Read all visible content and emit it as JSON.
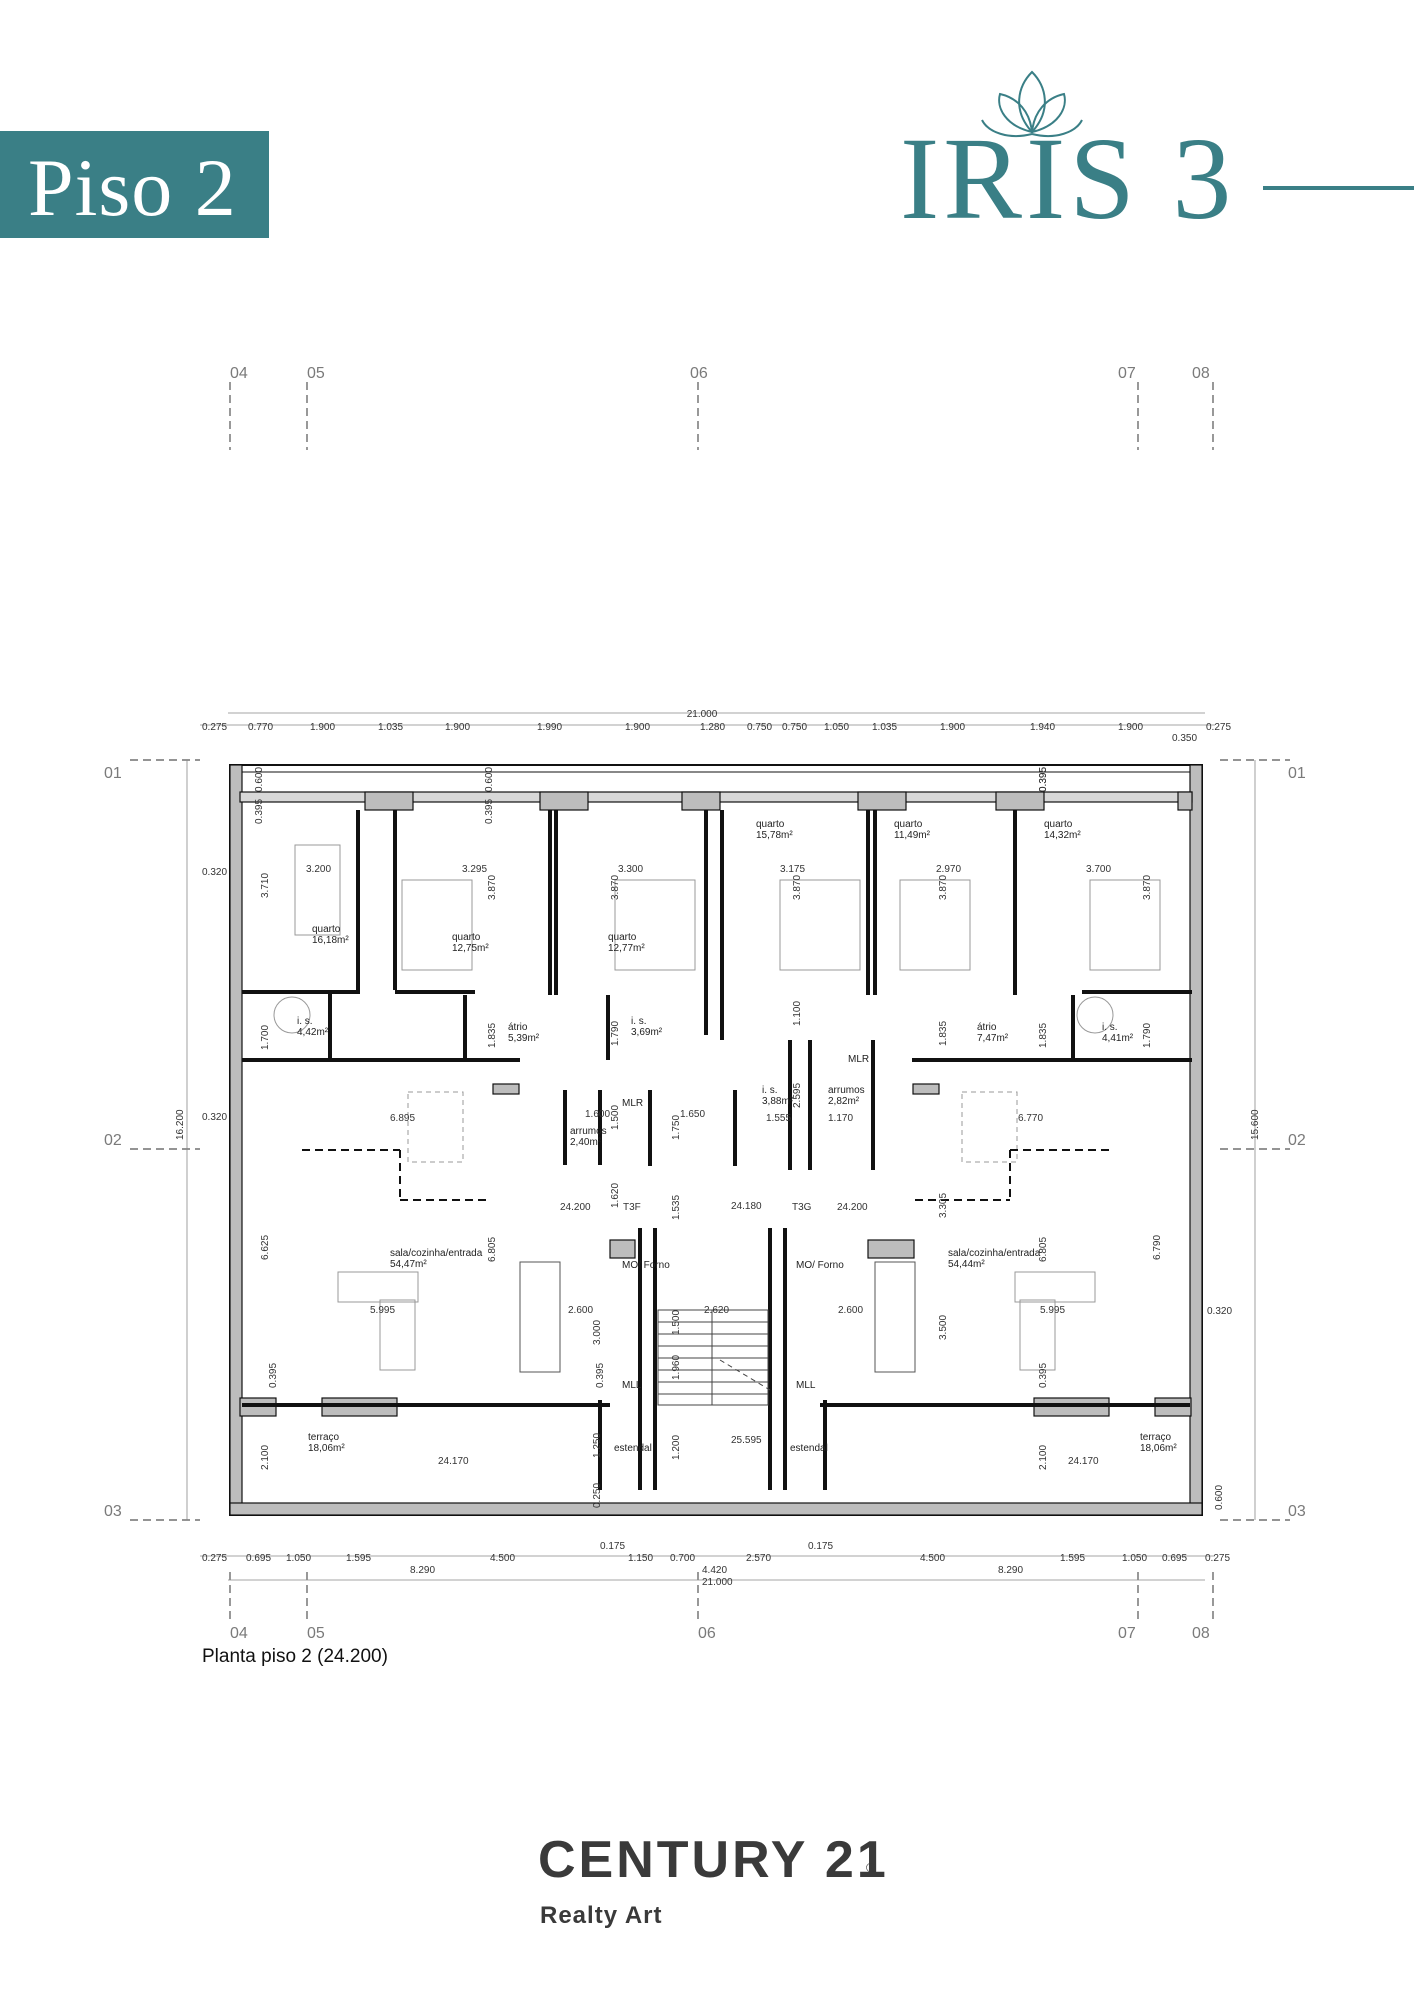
{
  "header": {
    "floor_label": "Piso 2",
    "brand": "IRIS 3",
    "accent_color": "#3a7f86",
    "logo_icon": "lotus-icon"
  },
  "plan": {
    "caption": "Planta piso 2 (24.200)",
    "grid_columns": [
      "04",
      "05",
      "06",
      "07",
      "08"
    ],
    "grid_rows": [
      "01",
      "02",
      "03"
    ],
    "top_dims": {
      "total": "21.000",
      "segments": [
        "0.275",
        "0.770",
        "1.900",
        "1.035",
        "1.900",
        "1.990",
        "1.900",
        "1.280",
        "0.750",
        "0.750",
        "1.050",
        "1.035",
        "1.900",
        "1.940",
        "1.900"
      ],
      "extra": [
        "0.350",
        "0.275"
      ]
    },
    "bottom_dims": {
      "segments": [
        "0.275",
        "0.695",
        "1.050",
        "1.595",
        "8.290",
        "4.500",
        "0.175",
        "1.150",
        "0.700",
        "4.420",
        "2.570",
        "0.175",
        "4.500",
        "8.290",
        "1.595",
        "1.050",
        "0.695",
        "0.275"
      ],
      "total": "21.000"
    },
    "side_dims": {
      "left_total": "16.200",
      "right_total": "15.600",
      "left": [
        "0.320",
        "0.320"
      ],
      "right": [
        "0.320",
        "0.600"
      ]
    },
    "levels": [
      "24.200",
      "24.180",
      "24.200",
      "24.170",
      "24.170",
      "25.595"
    ],
    "unit_labels": [
      "T3F",
      "T3G"
    ],
    "rooms": [
      {
        "name": "quarto",
        "area": "16,18m²"
      },
      {
        "name": "quarto",
        "area": "12,75m²"
      },
      {
        "name": "quarto",
        "area": "12,77m²"
      },
      {
        "name": "quarto",
        "area": "15,78m²"
      },
      {
        "name": "quarto",
        "area": "11,49m²"
      },
      {
        "name": "quarto",
        "area": "14,32m²"
      },
      {
        "name": "i. s.",
        "area": "4,42m²"
      },
      {
        "name": "átrio",
        "area": "5,39m²"
      },
      {
        "name": "i. s.",
        "area": "3,69m²"
      },
      {
        "name": "i. s.",
        "area": "3,88m²"
      },
      {
        "name": "arrumos",
        "area": "2,82m²"
      },
      {
        "name": "átrio",
        "area": "7,47m²"
      },
      {
        "name": "i. s.",
        "area": "4,41m²"
      },
      {
        "name": "arrumos",
        "area": "2,40m²"
      },
      {
        "name": "sala/cozinha/entrada",
        "area": "54,47m²"
      },
      {
        "name": "sala/cozinha/entrada",
        "area": "54,44m²"
      },
      {
        "name": "terraço",
        "area": "18,06m²"
      },
      {
        "name": "terraço",
        "area": "18,06m²"
      }
    ],
    "equipment": [
      "MLR",
      "MLR",
      "MO/ Forno",
      "MO/ Forno",
      "MLL",
      "MLL",
      "estendal",
      "estendal"
    ],
    "interior_dims": [
      "0.600",
      "0.600",
      "0.395",
      "0.395",
      "0.395",
      "0.395",
      "3.200",
      "3.295",
      "3.300",
      "3.175",
      "2.970",
      "3.700",
      "3.710",
      "3.870",
      "3.870",
      "3.870",
      "3.870",
      "3.870",
      "1.700",
      "1.835",
      "1.790",
      "1.100",
      "1.835",
      "1.835",
      "1.790",
      "6.895",
      "1.600",
      "1.500",
      "1.650",
      "1.750",
      "1.555",
      "2.595",
      "1.170",
      "6.770",
      "1.620",
      "1.535",
      "3.305",
      "6.625",
      "6.805",
      "6.805",
      "6.790",
      "5.995",
      "2.600",
      "2.620",
      "2.600",
      "5.995",
      "3.000",
      "1.500",
      "3.500",
      "0.395",
      "0.395",
      "1.960",
      "2.100",
      "1.250",
      "1.200",
      "2.100",
      "0.250",
      "0.395"
    ]
  },
  "footer": {
    "agency": "CENTURY 21",
    "registered": "®",
    "subtitle": "Realty Art"
  }
}
